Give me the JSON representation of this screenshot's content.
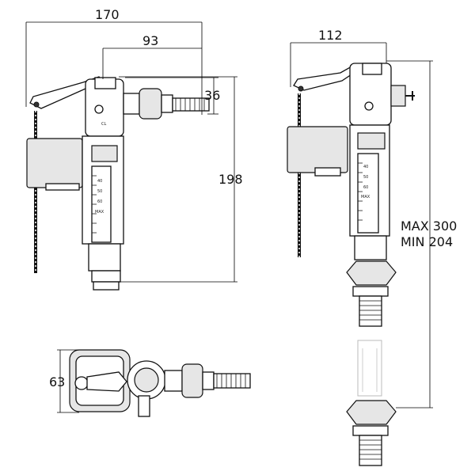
{
  "dimensions": {
    "side_width": "170",
    "arm_length": "93",
    "inlet_height": "36",
    "total_height": "198",
    "top_width": "63",
    "front_width": "112",
    "max_height": "MAX 300",
    "min_height": "MIN 204"
  },
  "scale_marks": [
    "40",
    "50",
    "60",
    "MAX"
  ],
  "brand_mark": "CL"
}
